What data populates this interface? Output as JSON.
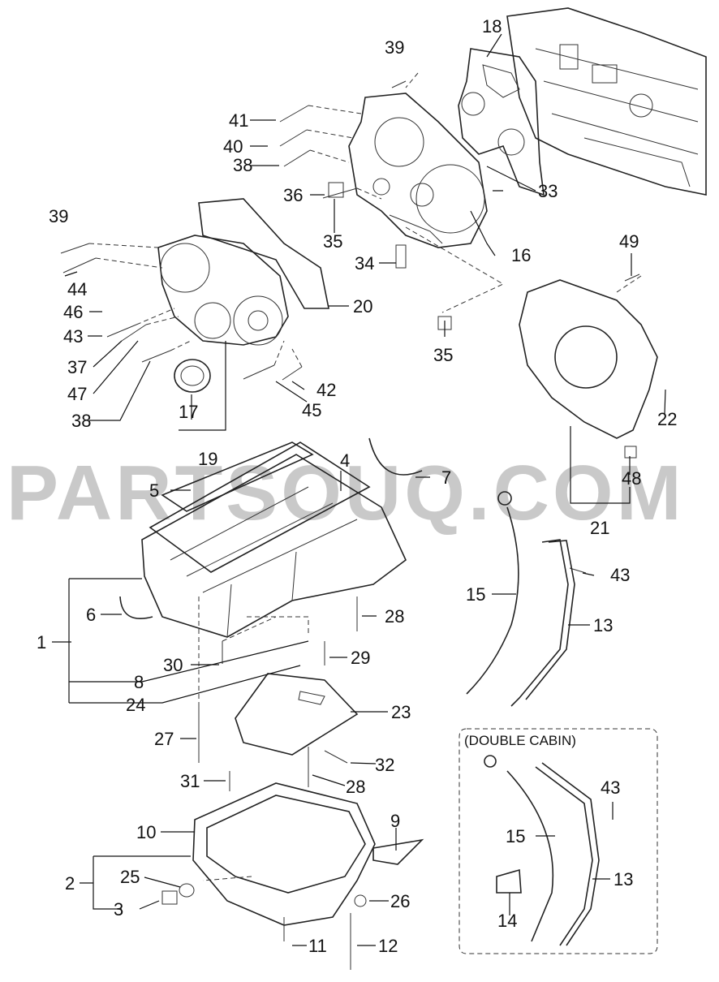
{
  "watermark": "PARTSOUQ.COM",
  "inset_title": "(DOUBLE CABIN)",
  "callouts": [
    {
      "id": "c18",
      "label": "18"
    },
    {
      "id": "c39a",
      "label": "39"
    },
    {
      "id": "c41",
      "label": "41"
    },
    {
      "id": "c40",
      "label": "40"
    },
    {
      "id": "c38a",
      "label": "38"
    },
    {
      "id": "c36",
      "label": "36"
    },
    {
      "id": "c33",
      "label": "33"
    },
    {
      "id": "c35a",
      "label": "35"
    },
    {
      "id": "c34",
      "label": "34"
    },
    {
      "id": "c16",
      "label": "16"
    },
    {
      "id": "c39b",
      "label": "39"
    },
    {
      "id": "c44",
      "label": "44"
    },
    {
      "id": "c46",
      "label": "46"
    },
    {
      "id": "c20",
      "label": "20"
    },
    {
      "id": "c43a",
      "label": "43"
    },
    {
      "id": "c37",
      "label": "37"
    },
    {
      "id": "c47",
      "label": "47"
    },
    {
      "id": "c38b",
      "label": "38"
    },
    {
      "id": "c42",
      "label": "42"
    },
    {
      "id": "c45",
      "label": "45"
    },
    {
      "id": "c17",
      "label": "17"
    },
    {
      "id": "c19",
      "label": "19"
    },
    {
      "id": "c35b",
      "label": "35"
    },
    {
      "id": "c49",
      "label": "49"
    },
    {
      "id": "c22",
      "label": "22"
    },
    {
      "id": "c48",
      "label": "48"
    },
    {
      "id": "c21",
      "label": "21"
    },
    {
      "id": "c4",
      "label": "4"
    },
    {
      "id": "c7",
      "label": "7"
    },
    {
      "id": "c5",
      "label": "5"
    },
    {
      "id": "c15a",
      "label": "15"
    },
    {
      "id": "c43b",
      "label": "43"
    },
    {
      "id": "c13a",
      "label": "13"
    },
    {
      "id": "c6",
      "label": "6"
    },
    {
      "id": "c28a",
      "label": "28"
    },
    {
      "id": "c1",
      "label": "1"
    },
    {
      "id": "c30",
      "label": "30"
    },
    {
      "id": "c29",
      "label": "29"
    },
    {
      "id": "c8",
      "label": "8"
    },
    {
      "id": "c24",
      "label": "24"
    },
    {
      "id": "c23",
      "label": "23"
    },
    {
      "id": "c27",
      "label": "27"
    },
    {
      "id": "c32",
      "label": "32"
    },
    {
      "id": "c31",
      "label": "31"
    },
    {
      "id": "c28b",
      "label": "28"
    },
    {
      "id": "c10",
      "label": "10"
    },
    {
      "id": "c9",
      "label": "9"
    },
    {
      "id": "c2",
      "label": "2"
    },
    {
      "id": "c25",
      "label": "25"
    },
    {
      "id": "c3",
      "label": "3"
    },
    {
      "id": "c26",
      "label": "26"
    },
    {
      "id": "c11",
      "label": "11"
    },
    {
      "id": "c12",
      "label": "12"
    },
    {
      "id": "c43c",
      "label": "43"
    },
    {
      "id": "c15b",
      "label": "15"
    },
    {
      "id": "c13b",
      "label": "13"
    },
    {
      "id": "c14",
      "label": "14"
    }
  ]
}
